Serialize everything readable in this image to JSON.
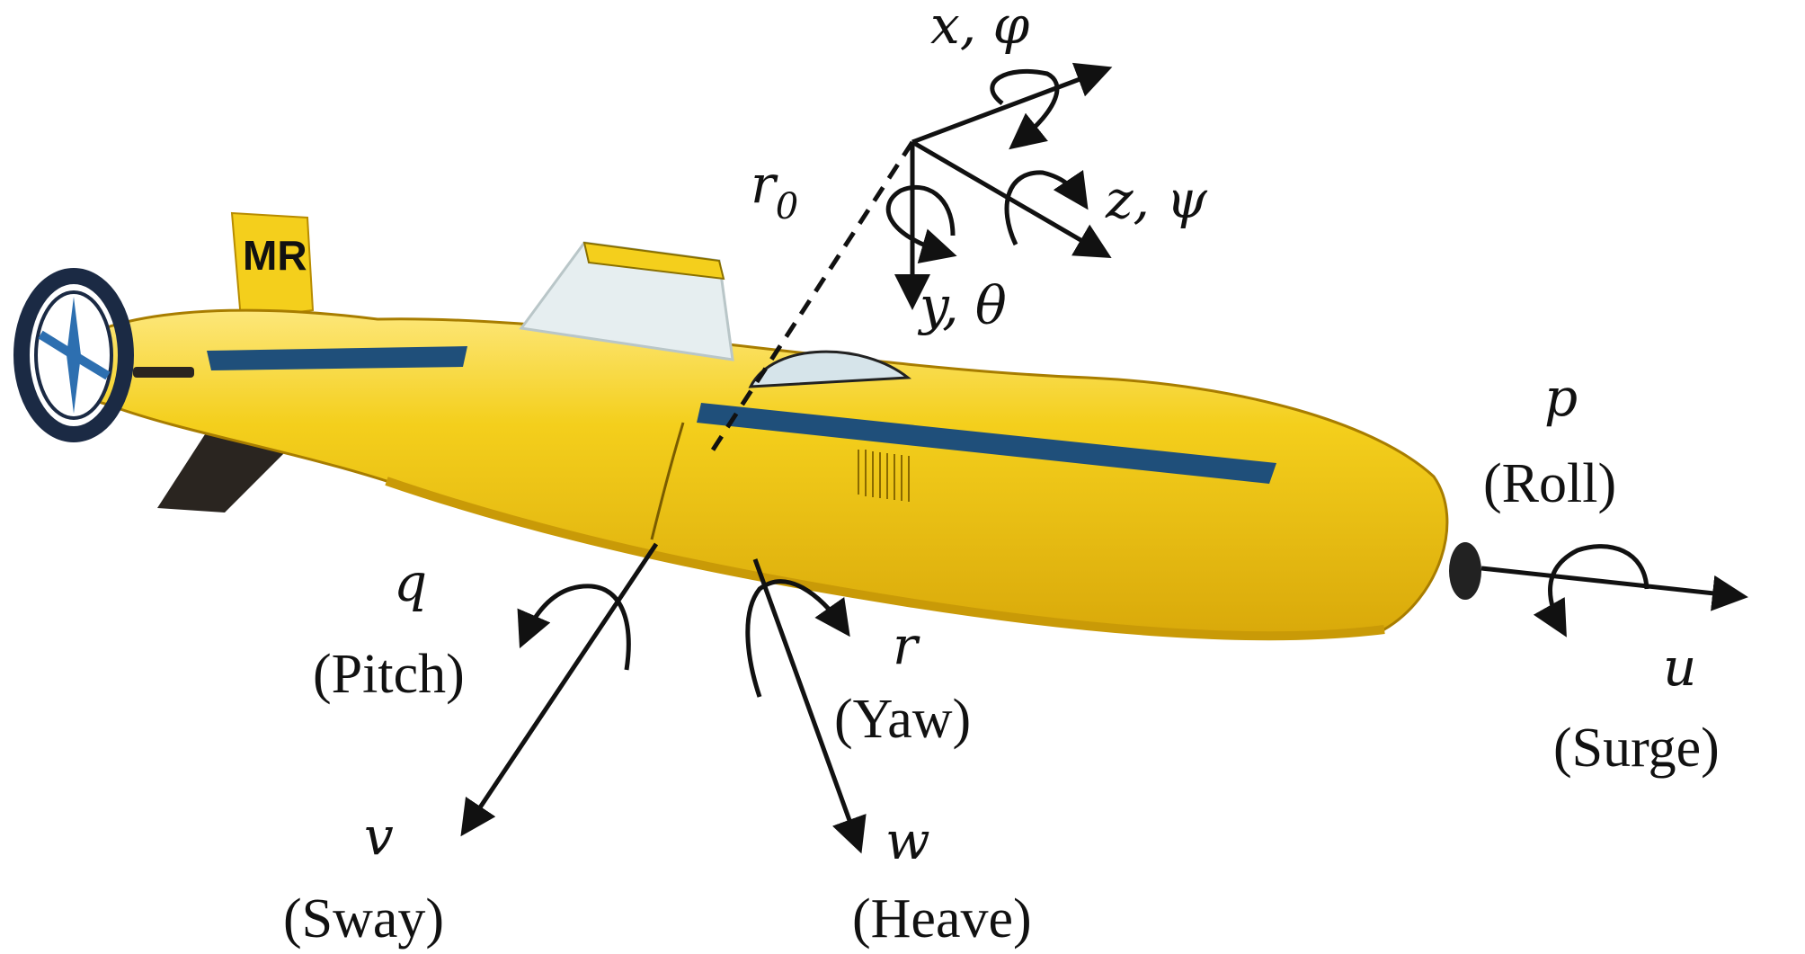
{
  "colors": {
    "hull": "#f4cf1c",
    "hull_shadow": "#d9a90a",
    "hull_highlight": "#fde77a",
    "panel": "#1f4f7a",
    "ink": "#111111",
    "canopy": "#e6eef0"
  },
  "vehicle": {
    "fin_lettering": "MR"
  },
  "frame_axes": {
    "x_label": "x, φ",
    "z_label": "z, ψ",
    "y_label": "y, θ",
    "offset_label": "r",
    "offset_subscript": "0"
  },
  "motion_labels": {
    "roll_symbol": "p",
    "roll_name": "(Roll)",
    "surge_symbol": "u",
    "surge_name": "(Surge)",
    "pitch_symbol": "q",
    "pitch_name": "(Pitch)",
    "sway_symbol": "v",
    "sway_name": "(Sway)",
    "yaw_symbol": "r",
    "yaw_name": "(Yaw)",
    "heave_symbol": "w",
    "heave_name": "(Heave)"
  },
  "icons": {
    "vehicle": "auv-illustration-icon",
    "propeller": "ducted-propeller-icon",
    "rotation_arrow": "curved-rotation-arrow-icon"
  }
}
